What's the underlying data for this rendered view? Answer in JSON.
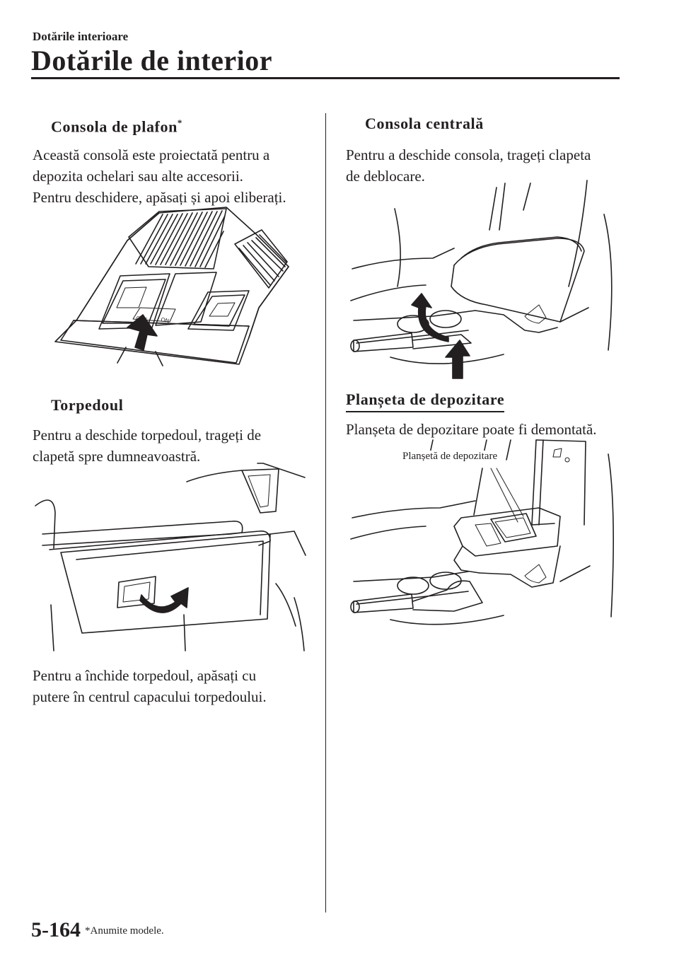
{
  "header": {
    "breadcrumb": "Dotările interioare",
    "title": "Dotările de interior"
  },
  "left_column": {
    "overhead_console": {
      "heading": "Consola de plafon",
      "heading_mark": "*",
      "lines": [
        "Această consolă este proiectată pentru a",
        "depozita ochelari sau alte accesorii.",
        "Pentru deschidere, apăsați și apoi eliberați."
      ],
      "figure_labels": {
        "off": "OFF",
        "on": "ON"
      }
    },
    "glove_box": {
      "heading": "Torpedoul",
      "open_lines": [
        "Pentru a deschide torpedoul, trageți de",
        "clapetă spre dumneavoastră."
      ],
      "close_lines": [
        "Pentru a închide torpedoul, apăsați cu",
        "putere în centrul capacului torpedoului."
      ]
    }
  },
  "right_column": {
    "center_console": {
      "heading": "Consola centrală",
      "lines": [
        "Pentru a deschide consola, trageți clapeta",
        "de deblocare."
      ]
    },
    "storage_tray": {
      "heading": "Planșeta de depozitare",
      "lines": [
        "Planșeta de depozitare poate fi demontată."
      ],
      "callout": "Planșetă de depozitare"
    }
  },
  "footer": {
    "page_number": "5-164",
    "footnote": "*Anumite modele."
  }
}
